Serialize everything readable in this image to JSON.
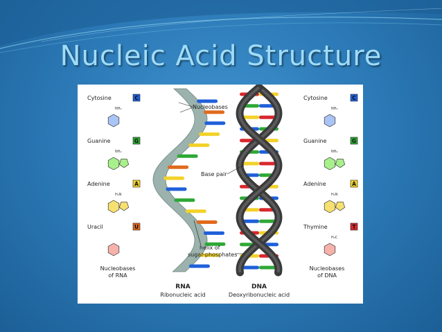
{
  "title": "Nucleic Acid Structure",
  "colors": {
    "cytosine": "#1f5fd9",
    "guanine": "#2ea836",
    "adenine": "#f2d22a",
    "uracil": "#e06a1c",
    "thymine": "#d8282e",
    "rna_backbone": "#9bb2ad",
    "dna_backbone": "#3a3a3a"
  },
  "left_bases": [
    {
      "name": "Cytosine",
      "letter": "C",
      "substituent": "NH₂"
    },
    {
      "name": "Guanine",
      "letter": "G",
      "substituent": "NH₂"
    },
    {
      "name": "Adenine",
      "letter": "A",
      "substituent": "H₂N"
    },
    {
      "name": "Uracil",
      "letter": "U",
      "substituent": ""
    }
  ],
  "right_bases": [
    {
      "name": "Cytosine",
      "letter": "C",
      "substituent": "NH₂"
    },
    {
      "name": "Guanine",
      "letter": "G",
      "substituent": "NH₂"
    },
    {
      "name": "Adenine",
      "letter": "A",
      "substituent": "H₂N"
    },
    {
      "name": "Thymine",
      "letter": "T",
      "substituent": "H₃C"
    }
  ],
  "annotations": {
    "nucleobases": "Nucleobases",
    "base_pair": "Base pair",
    "helix_line1": "helix of",
    "helix_line2": "sugar-phosphates"
  },
  "footer": {
    "rna_bases_line1": "Nucleobases",
    "rna_bases_line2": "of RNA",
    "dna_bases_line1": "Nucleobases",
    "dna_bases_line2": "of DNA",
    "rna_title": "RNA",
    "rna_subtitle": "Ribonucleic acid",
    "dna_title": "DNA",
    "dna_subtitle": "Deoxyribonucleic acid"
  },
  "rna_rungs": [
    "cytosine",
    "uracil",
    "cytosine",
    "adenine",
    "adenine",
    "guanine",
    "uracil",
    "adenine",
    "cytosine",
    "guanine",
    "adenine",
    "uracil",
    "cytosine",
    "guanine",
    "adenine",
    "cytosine"
  ],
  "dna_rungs": [
    [
      "thymine",
      "adenine"
    ],
    [
      "guanine",
      "cytosine"
    ],
    [
      "adenine",
      "thymine"
    ],
    [
      "cytosine",
      "guanine"
    ],
    [
      "thymine",
      "adenine"
    ],
    [
      "guanine",
      "cytosine"
    ],
    [
      "adenine",
      "thymine"
    ],
    [
      "cytosine",
      "guanine"
    ],
    [
      "thymine",
      "adenine"
    ],
    [
      "guanine",
      "cytosine"
    ],
    [
      "adenine",
      "thymine"
    ],
    [
      "cytosine",
      "guanine"
    ],
    [
      "thymine",
      "adenine"
    ],
    [
      "guanine",
      "cytosine"
    ],
    [
      "adenine",
      "thymine"
    ],
    [
      "cytosine",
      "guanine"
    ]
  ]
}
